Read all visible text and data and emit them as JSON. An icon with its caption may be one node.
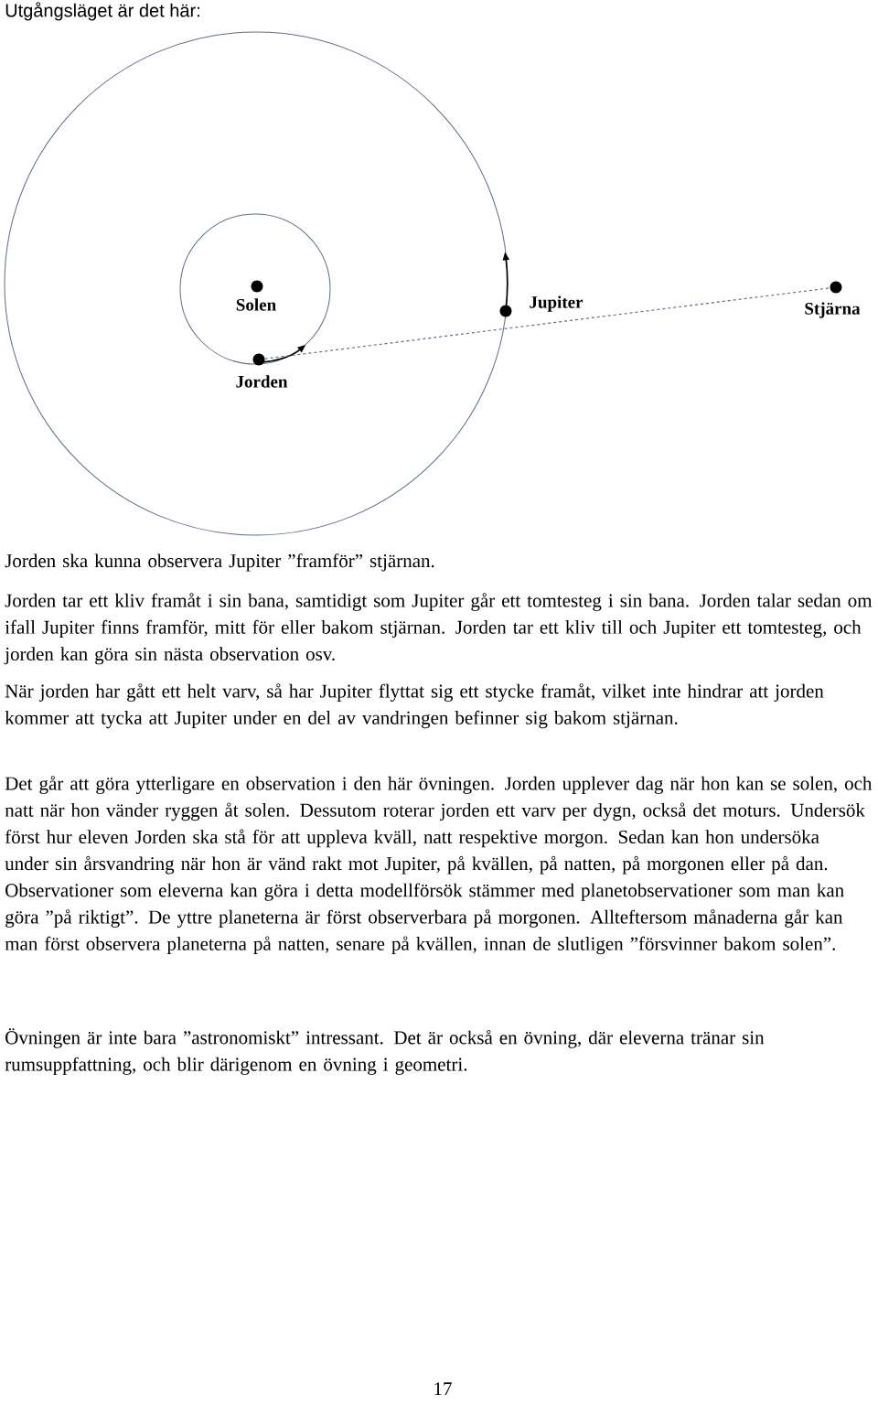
{
  "diagram": {
    "nodes": [
      {
        "text": [],
        "shape": "circle",
        "beside": [
          "Solen"
        ]
      },
      {
        "text": [],
        "shape": "circle",
        "beside": [
          "Jorden"
        ]
      },
      {
        "text": [],
        "shape": "circle",
        "beside": [
          "Jupiter"
        ]
      },
      {
        "text": [],
        "shape": "circle",
        "beside": [
          "Stjärna"
        ]
      }
    ],
    "edges": [
      {
        "from": 1,
        "to": 3,
        "arrow": "none",
        "style": "dashed"
      }
    ],
    "labels": [
      "Utgångsläget är det här:",
      "Jorden ska kunna observera Jupiter ”framför” stjärnan.",
      "Jorden tar ett kliv framåt i sin bana, samtidigt som Jupiter går ett tomtesteg i sin bana. Jorden talar sedan om ifall Jupiter finns framför, mitt för eller bakom stjärnan. Jorden tar ett kliv till och Jupiter ett tomtesteg, och jorden kan göra sin nästa observation osv.",
      "När jorden har gått ett helt varv, så har Jupiter flyttat sig ett stycke framåt, vilket inte hindrar att jorden kommer att tycka att Jupiter under en del av vandringen befinner sig bakom stjärnan.",
      "Det går att göra ytterligare en observation i den här övningen. Jorden upplever dag när hon kan se solen, och natt när hon vänder ryggen åt solen. Dessutom roterar jorden ett varv per dygn, också det moturs. Undersök först hur eleven Jorden ska stå för att uppleva kväll, natt respektive morgon. Sedan kan hon undersöka under sin årsvandring när hon är vänd rakt mot Jupiter, på kvällen, på natten, på morgonen eller på dan. Observationer som eleverna kan göra i detta modellförsök stämmer med planetobservationer som man kan göra ”på riktigt”. De yttre planeterna är först observerbara på morgonen. Allteftersom månaderna går kan man först observera planeterna på natten, senare på kvällen, innan de slutligen ”försvinner bakom solen”.",
      "Övningen är inte bara ”astronomiskt” intressant. Det är också en övning, där eleverna tränar sin rumsuppfattning, och blir därigenom en övning i geometri.",
      "17"
    ]
  }
}
